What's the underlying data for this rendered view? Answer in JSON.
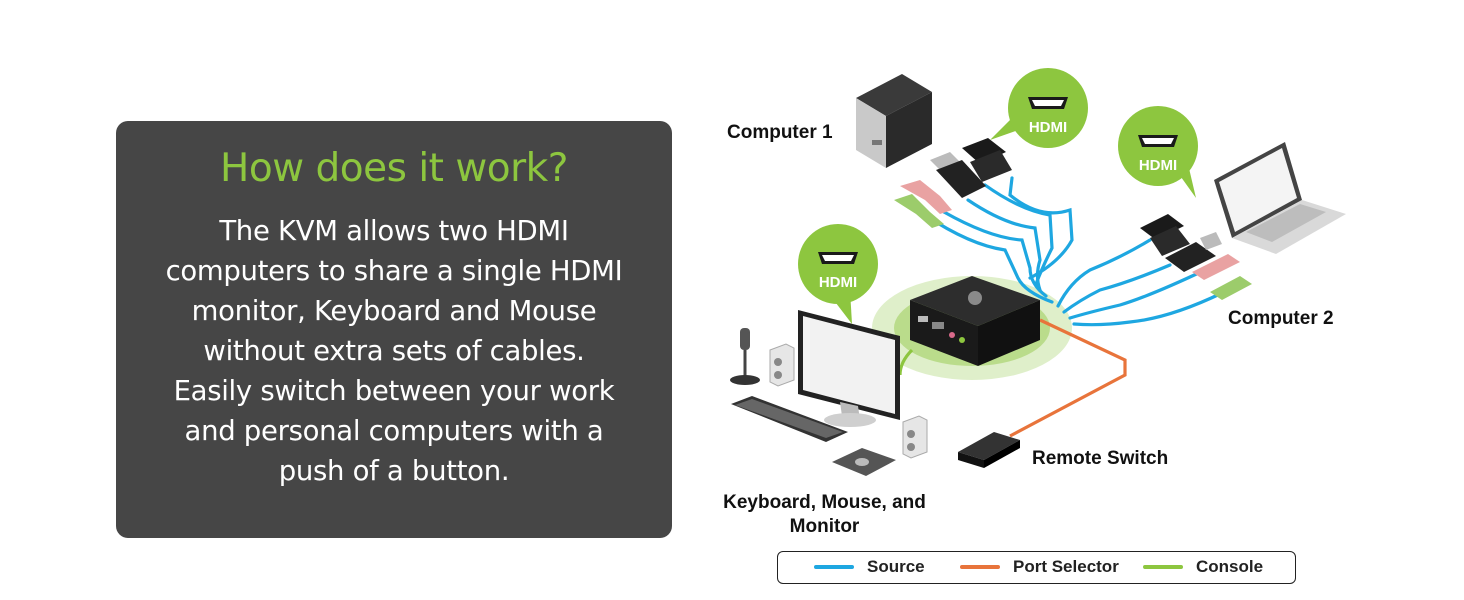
{
  "panel": {
    "title": "How does it work?",
    "lines": [
      "The KVM allows two HDMI",
      "computers to share a single HDMI",
      "monitor, Keyboard and Mouse",
      "without extra sets of cables.",
      "Easily switch between your work",
      "and personal computers with a",
      "push of a button."
    ]
  },
  "diagram": {
    "labels": {
      "computer1": "Computer 1",
      "computer2": "Computer 2",
      "remote": "Remote Switch",
      "console_line1": "Keyboard, Mouse, and",
      "console_line2": "Monitor"
    },
    "badges": [
      "HDMI",
      "HDMI",
      "HDMI"
    ]
  },
  "legend": [
    {
      "label": "Source",
      "color": "#1ea7e1"
    },
    {
      "label": "Port Selector",
      "color": "#e8743b"
    },
    {
      "label": "Console",
      "color": "#8dc63f"
    }
  ],
  "colors": {
    "panel_bg": "#464646",
    "title": "#8dc63f",
    "source_cable": "#1ea7e1",
    "selector_cable": "#e8743b",
    "console_cable": "#8dc63f"
  }
}
